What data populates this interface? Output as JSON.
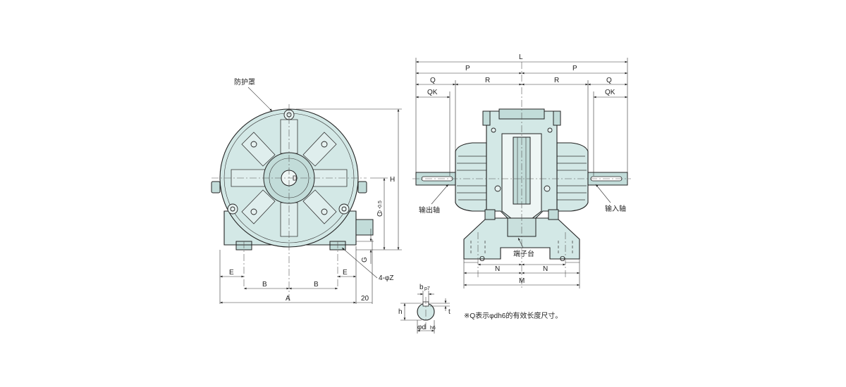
{
  "labels": {
    "cover": "防护罩",
    "H": "H",
    "C": "C",
    "C_tol": "0 -0.5",
    "G": "G",
    "E_left": "E",
    "E_right": "E",
    "B_left": "B",
    "B_right": "B",
    "A": "A",
    "dim_20": "20",
    "Z": "4-φZ",
    "L": "L",
    "P_left": "P",
    "P_right": "P",
    "Q_left": "Q",
    "Q_right": "Q",
    "R_left": "R",
    "R_right": "R",
    "QK_left": "QK",
    "QK_right": "QK",
    "output_shaft": "输出轴",
    "input_shaft": "输入轴",
    "terminal": "端子台",
    "O_left": "O",
    "O_right": "O",
    "N_left": "N",
    "N_right": "N",
    "M": "M",
    "b": "b",
    "b_tol": "p7",
    "h": "h",
    "t": "t",
    "d": "φd",
    "d_tol": "h6",
    "note": "※Q表示φdh6的有效长度尺寸。"
  }
}
